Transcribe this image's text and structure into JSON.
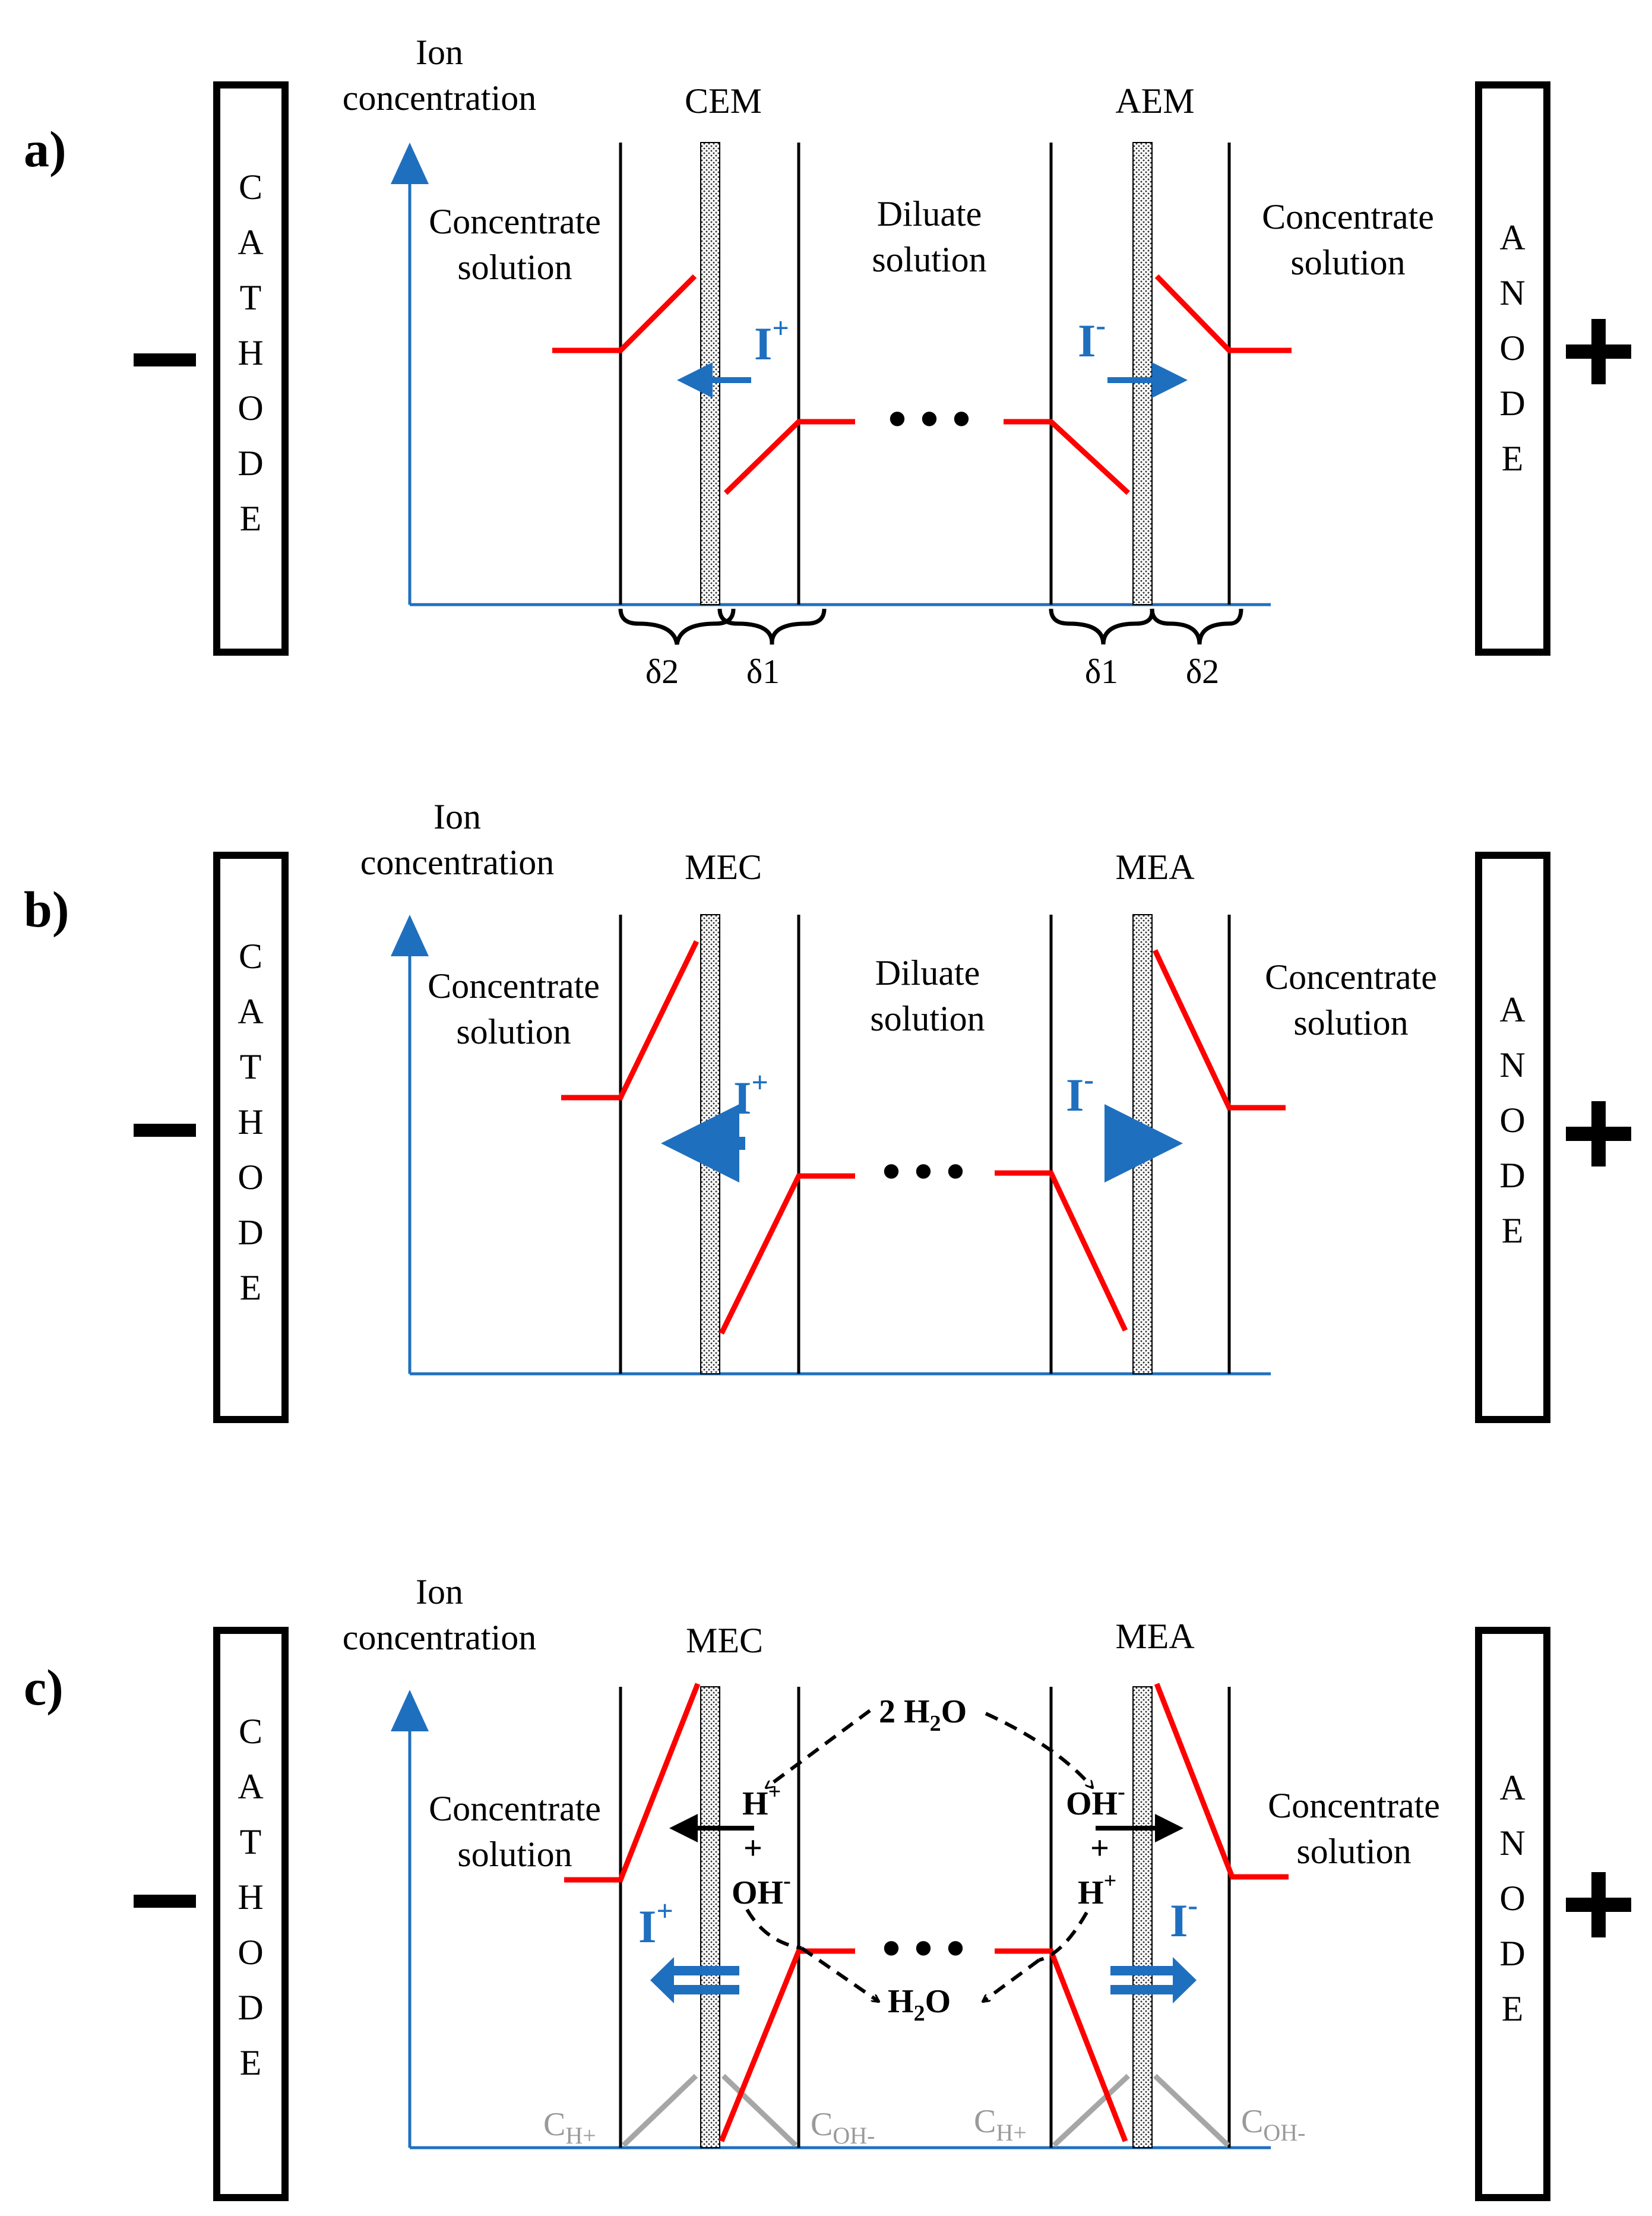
{
  "colors": {
    "axis": "#1f6fbf",
    "profile": "#ff0000",
    "ion_arrow": "#1f6fbf",
    "water_split_grey": "#a6a6a6"
  },
  "common": {
    "y_axis_label_line1": "Ion",
    "y_axis_label_line2": "concentration",
    "concentrate_line1": "Concentrate",
    "concentrate_line2": "solution",
    "diluate_line1": "Diluate",
    "diluate_line2": "solution",
    "cathode_letters": [
      "C",
      "A",
      "T",
      "H",
      "O",
      "D",
      "E"
    ],
    "anode_letters": [
      "A",
      "N",
      "O",
      "D",
      "E"
    ],
    "minus_sign": "−",
    "plus_sign": "+",
    "dots": "• • •",
    "cation": "I",
    "cation_charge": "+",
    "anion": "I",
    "anion_charge": "-"
  },
  "panels": [
    {
      "label": "a)",
      "left_membrane": "CEM",
      "right_membrane": "AEM",
      "deltas": [
        "δ2",
        "δ1",
        "δ1",
        "δ2"
      ]
    },
    {
      "label": "b)",
      "left_membrane": "MEC",
      "right_membrane": "MEA"
    },
    {
      "label": "c)",
      "left_membrane": "MEC",
      "right_membrane": "MEA",
      "water": "2 H2O",
      "water_main": "2 H",
      "water_sub": "2",
      "water_end": "O",
      "h2o_main": "H",
      "h2o_sub": "2",
      "h2o_end": "O",
      "left_h": "H",
      "left_h_charge": "+",
      "left_plus": "+",
      "left_oh": "OH",
      "left_oh_charge": "-",
      "right_oh": "OH",
      "right_oh_charge": "-",
      "right_plus": "+",
      "right_h": "H",
      "right_h_charge": "+",
      "c_h_left": "C",
      "c_h_left_sub": "H+",
      "c_oh_left": "C",
      "c_oh_left_sub": "OH-",
      "c_h_right": "C",
      "c_h_right_sub": "H+",
      "c_oh_right": "C",
      "c_oh_right_sub": "OH-"
    }
  ]
}
